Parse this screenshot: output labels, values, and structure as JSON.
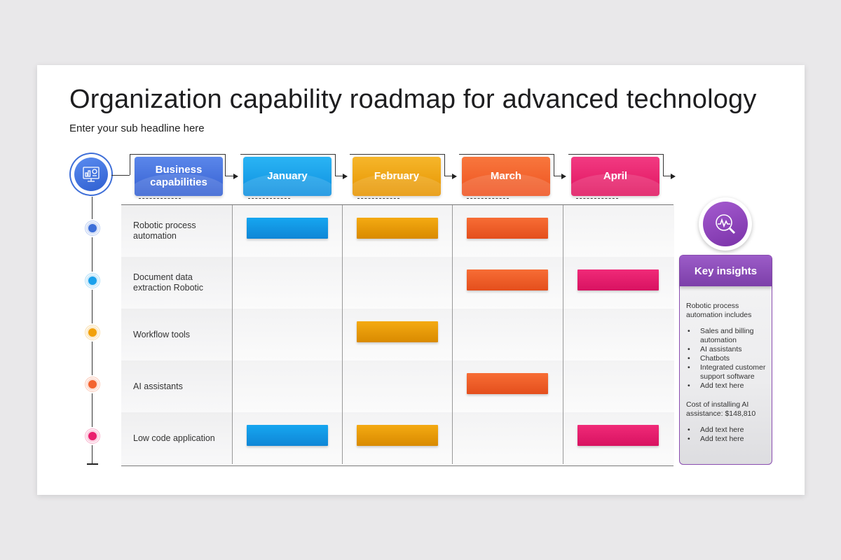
{
  "slide": {
    "title": "Organization capability roadmap for advanced technology",
    "subtitle": "Enter your sub headline here"
  },
  "header": {
    "first": "Business capabilities",
    "months": [
      "January",
      "February",
      "March",
      "April"
    ]
  },
  "colors": {
    "blue": "#1aa1ec",
    "orange": "#f2a10a",
    "red_orange": "#f36430",
    "pink": "#ea1f6e",
    "business_blue": "#4472e0",
    "purple": "#8a4db0"
  },
  "rows": [
    {
      "label": "Robotic process automation",
      "dot": "#3d6fd9",
      "months": [
        true,
        true,
        true,
        false
      ]
    },
    {
      "label": "Document data extraction Robotic",
      "dot": "#1aa1ec",
      "months": [
        false,
        false,
        true,
        true
      ]
    },
    {
      "label": "Workflow tools",
      "dot": "#f2a10a",
      "months": [
        false,
        true,
        false,
        false
      ]
    },
    {
      "label": "AI assistants",
      "dot": "#f36430",
      "months": [
        false,
        false,
        true,
        false
      ]
    },
    {
      "label": "Low code application",
      "dot": "#ea1f6e",
      "months": [
        true,
        true,
        false,
        true
      ]
    }
  ],
  "insights": {
    "title": "Key insights",
    "intro": "Robotic process automation includes",
    "items": [
      "Sales and billing automation",
      "AI assistants",
      "Chatbots",
      "Integrated customer support software",
      "Add text here"
    ],
    "cost": "Cost of installing AI assistance: $148,810",
    "items2": [
      "Add text here",
      "Add text here"
    ]
  },
  "icons": {
    "main": "dashboard-icon",
    "insight": "analytics-magnifier-icon"
  }
}
